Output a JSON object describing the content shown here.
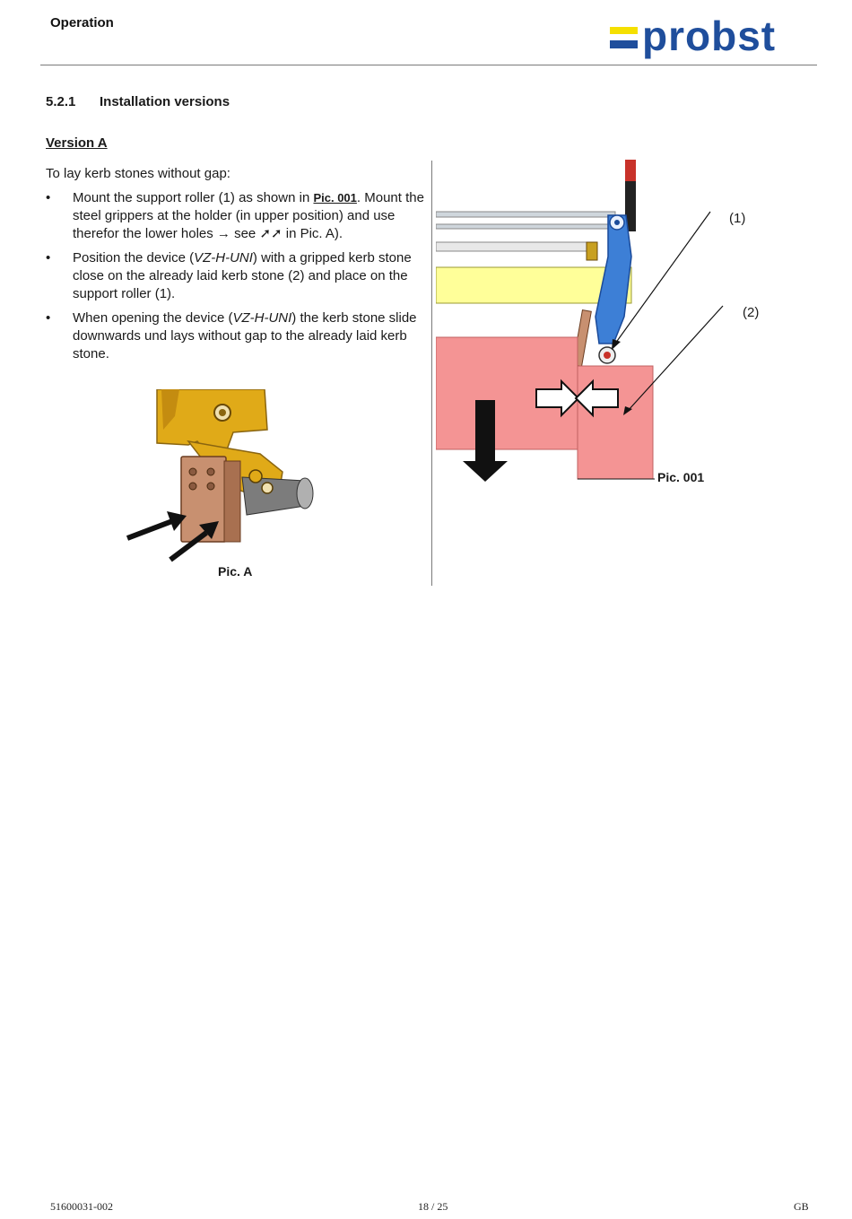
{
  "header": {
    "title": "Operation",
    "logo_text": "probst",
    "logo_colors": {
      "blue": "#1f4e9c",
      "yellow": "#f5e000"
    }
  },
  "section": {
    "number": "5.2.1",
    "title": "Installation versions"
  },
  "version_heading": "Version A",
  "intro": "To lay kerb stones without gap:",
  "bullets": [
    {
      "pre": "Mount the support roller (1) as shown in ",
      "ref": "Pic. 001",
      "post": ". Mount the steel grippers at the holder (in upper position) and use therefor the lower holes → see ➚➚ in Pic. A)."
    },
    {
      "pre": "Position the device (",
      "italic": "VZ-H-UNI",
      "post": ") with a gripped kerb stone close on the already laid kerb stone (2) and place on the support roller (1)."
    },
    {
      "pre": "When opening the device (",
      "italic": "VZ-H-UNI",
      "post": ") the kerb stone slide downwards und lays without gap to the already laid kerb stone."
    }
  ],
  "figures": {
    "pic_a_caption": "Pic. A",
    "pic_001_caption": "Pic. 001",
    "label_1": "(1)",
    "label_2": "(2)",
    "colors": {
      "stone": "#f49494",
      "arm": "#3d7fd6",
      "beam": "#ffff99",
      "bracket": "#e0aa18",
      "plate": "#c89070"
    }
  },
  "footer": {
    "doc_number": "51600031-002",
    "page": "18 / 25",
    "lang": "GB"
  }
}
